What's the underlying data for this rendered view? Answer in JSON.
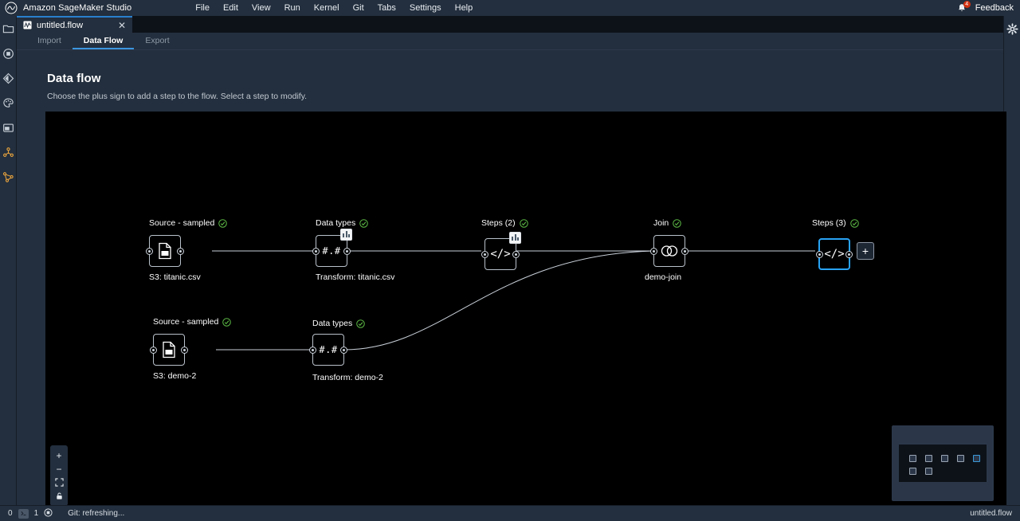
{
  "app": {
    "brand": "Amazon SageMaker Studio",
    "logo_icon": "sagemaker-logo-icon",
    "menu": [
      "File",
      "Edit",
      "View",
      "Run",
      "Kernel",
      "Git",
      "Tabs",
      "Settings",
      "Help"
    ],
    "notifications": {
      "icon": "bell-icon",
      "count": "4",
      "badge_color": "#d13212"
    },
    "feedback_label": "Feedback",
    "settings_icon": "gear-icon"
  },
  "activity_bar": {
    "items": [
      {
        "name": "file-browser-icon",
        "glyph": "folder"
      },
      {
        "name": "running-terminals-icon",
        "glyph": "stop-circle"
      },
      {
        "name": "git-icon",
        "glyph": "git-diamond"
      },
      {
        "name": "theme-palette-icon",
        "glyph": "palette"
      },
      {
        "name": "extensions-icon",
        "glyph": "window"
      },
      {
        "name": "pipelines-icon",
        "glyph": "pipeline-node"
      },
      {
        "name": "experiments-icon",
        "glyph": "graph-node"
      }
    ]
  },
  "document_tab": {
    "title": "untitled.flow",
    "icon": "data-wrangler-flow-icon",
    "close_icon": "close-icon"
  },
  "subtabs": [
    {
      "label": "Import",
      "active": false
    },
    {
      "label": "Data Flow",
      "active": true
    },
    {
      "label": "Export",
      "active": false
    }
  ],
  "header": {
    "title": "Data flow",
    "subtitle": "Choose the plus sign to add a step to the flow. Select a step to modify."
  },
  "flow": {
    "status_icon": "check-circle-icon",
    "check_color": "#5dbb46",
    "selected_color": "#29a3f5",
    "nodes": [
      {
        "id": "src1",
        "title": "Source - sampled",
        "caption": "S3: titanic.csv",
        "icon": "dataset-file-icon",
        "badge": false,
        "stacked": false,
        "selected": false,
        "checked": true
      },
      {
        "id": "dtype1",
        "title": "Data types",
        "caption": "Transform: titanic.csv",
        "icon": "hash-icon",
        "label": "#.#",
        "badge": true,
        "stacked": false,
        "selected": false,
        "checked": true
      },
      {
        "id": "steps2",
        "title": "Steps (2)",
        "caption": "",
        "icon": "code-icon",
        "label": "</>",
        "badge": true,
        "stacked": true,
        "selected": false,
        "checked": true
      },
      {
        "id": "join",
        "title": "Join",
        "caption": "demo-join",
        "icon": "join-venn-icon",
        "badge": false,
        "stacked": false,
        "selected": false,
        "checked": true
      },
      {
        "id": "steps3",
        "title": "Steps (3)",
        "caption": "",
        "icon": "code-icon",
        "label": "</>",
        "badge": false,
        "stacked": true,
        "selected": true,
        "checked": true
      },
      {
        "id": "src2",
        "title": "Source - sampled",
        "caption": "S3: demo-2",
        "icon": "dataset-file-icon",
        "badge": false,
        "stacked": false,
        "selected": false,
        "checked": true
      },
      {
        "id": "dtype2",
        "title": "Data types",
        "caption": "Transform: demo-2",
        "icon": "hash-icon",
        "label": "#.#",
        "badge": false,
        "stacked": false,
        "selected": false,
        "checked": true
      }
    ],
    "add_step_button": {
      "label": "+",
      "name": "add-step-button"
    }
  },
  "zoom_controls": [
    {
      "name": "zoom-in-button",
      "label": "+"
    },
    {
      "name": "zoom-out-button",
      "label": "−"
    },
    {
      "name": "fit-to-screen-button",
      "label": "fit-icon"
    },
    {
      "name": "lock-canvas-button",
      "label": "lock-icon"
    }
  ],
  "minimap": {
    "name": "canvas-minimap",
    "node_count": 7,
    "selected_index": 4
  },
  "statusbar": {
    "left_count": "0",
    "terminal_icon": "terminal-icon",
    "kernel_count": "1",
    "kernel_icon": "kernel-circle-icon",
    "git_status": "Git: refreshing...",
    "right_label": "untitled.flow"
  }
}
